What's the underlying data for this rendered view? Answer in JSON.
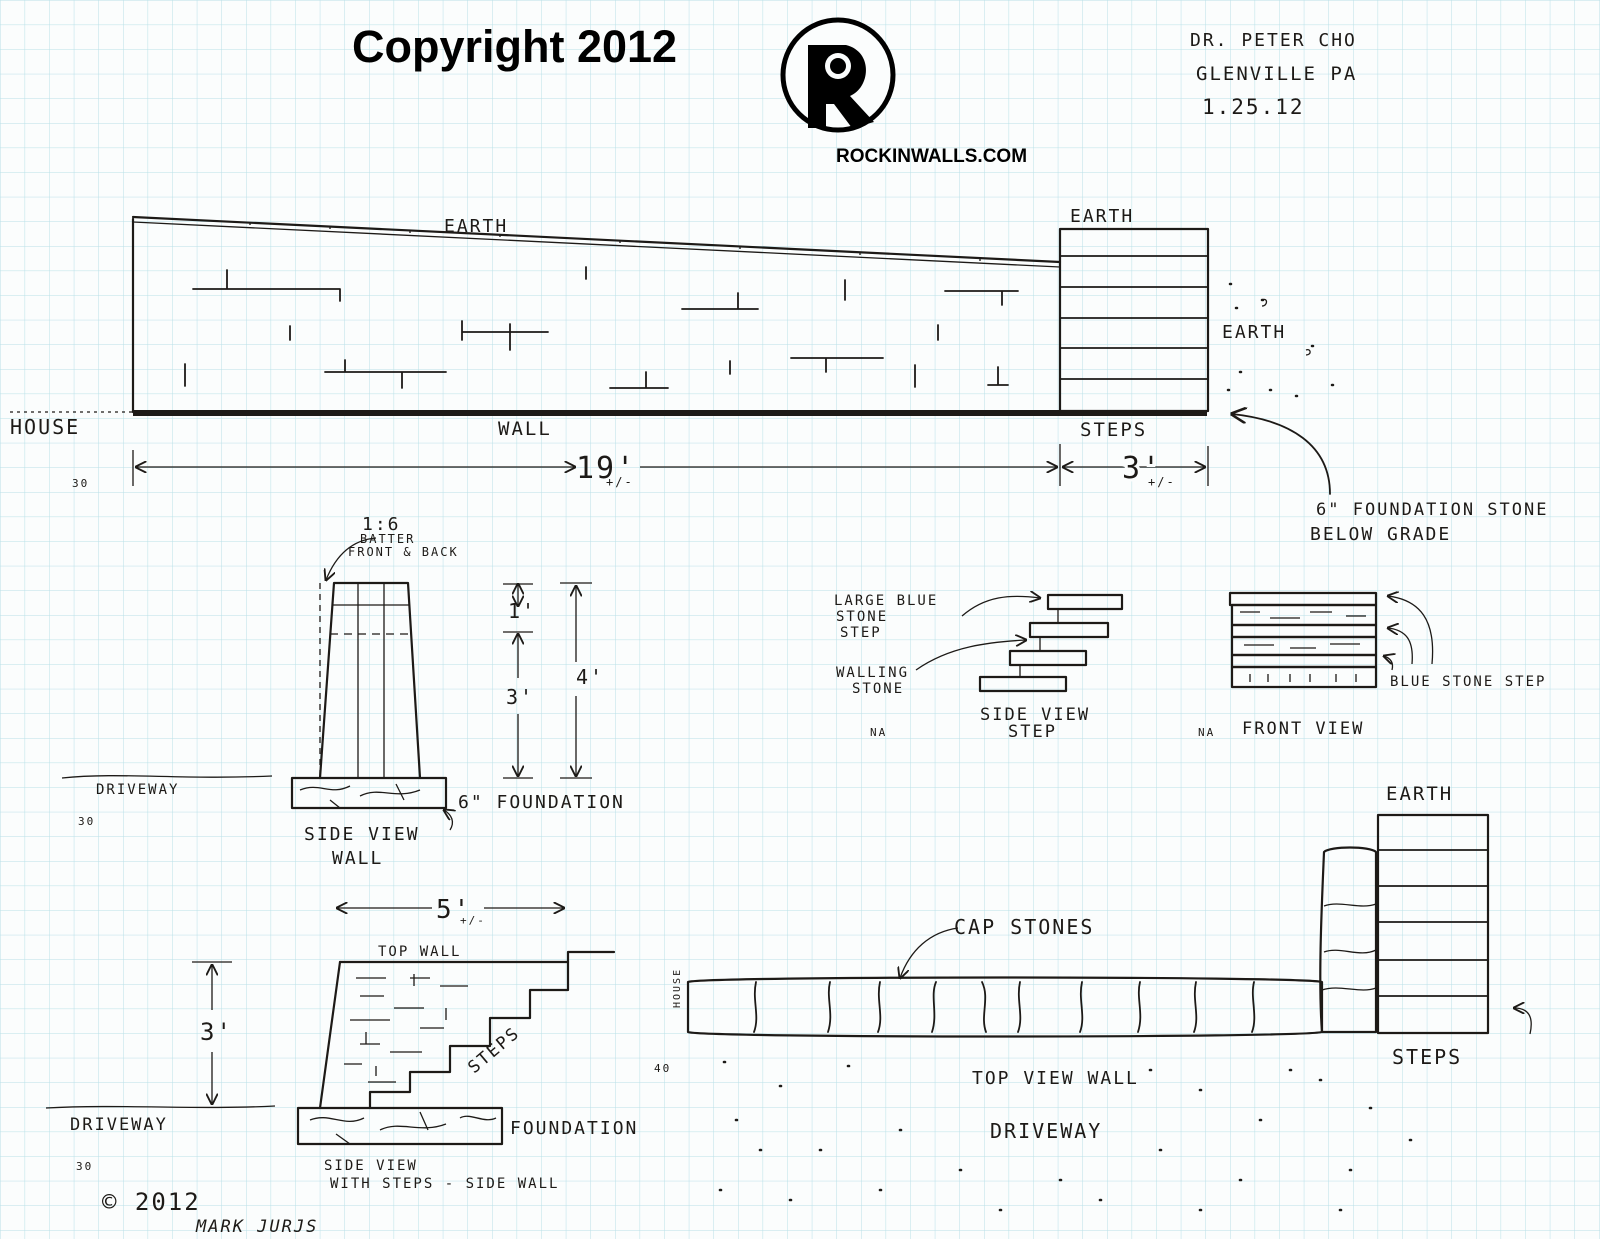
{
  "colors": {
    "ink": "#1d1a17",
    "paper": "#fbfdfd",
    "grid": "#b8e0e8"
  },
  "header": {
    "copyright": "Copyright 2012",
    "website": "ROCKINWALLS.COM",
    "logo_letter": "R",
    "client_name": "DR. PETER CHO",
    "location": "GLENVILLE PA",
    "date": "1.25.12"
  },
  "elevation": {
    "earth_top": "EARTH",
    "earth_steps": "EARTH",
    "earth_right": "EARTH",
    "house": "HOUSE",
    "wall": "WALL",
    "steps": "STEPS",
    "dim_wall": "19'",
    "dim_wall_tol": "+/-",
    "dim_steps": "3'",
    "dim_steps_tol": "+/-",
    "scale": "30",
    "foundation_note_1": "6\" FOUNDATION STONE",
    "foundation_note_2": "BELOW GRADE"
  },
  "side_view_wall": {
    "batter": "1:6",
    "batter_note_1": "BATTER",
    "batter_note_2": "FRONT & BACK",
    "dim_cap": "1'",
    "dim_body": "3'",
    "dim_total": "4'",
    "driveway": "DRIVEWAY",
    "foundation": "6\" FOUNDATION",
    "title_1": "SIDE VIEW",
    "title_2": "WALL",
    "scale": "30"
  },
  "side_view_step": {
    "label_large_1": "LARGE BLUE",
    "label_large_2": "STONE",
    "label_large_3": "STEP",
    "label_walling_1": "WALLING",
    "label_walling_2": "STONE",
    "title_1": "SIDE VIEW",
    "title_2": "STEP",
    "scale": "NA"
  },
  "front_view": {
    "label": "BLUE STONE STEP",
    "title": "FRONT VIEW",
    "scale": "NA"
  },
  "side_wall_steps": {
    "dim_width": "5'",
    "dim_width_tol": "+/-",
    "dim_height": "3'",
    "top_wall": "TOP WALL",
    "steps": "STEPS",
    "driveway": "DRIVEWAY",
    "foundation": "FOUNDATION",
    "title_1": "SIDE VIEW",
    "title_2": "WITH STEPS - SIDE WALL",
    "scale": "30"
  },
  "top_view": {
    "cap_stones": "CAP STONES",
    "earth": "EARTH",
    "house": "HOUSE",
    "steps": "STEPS",
    "title": "TOP VIEW WALL",
    "driveway": "DRIVEWAY",
    "scale": "40"
  },
  "footer": {
    "copyright": "© 2012",
    "author": "MARK JURJS"
  }
}
